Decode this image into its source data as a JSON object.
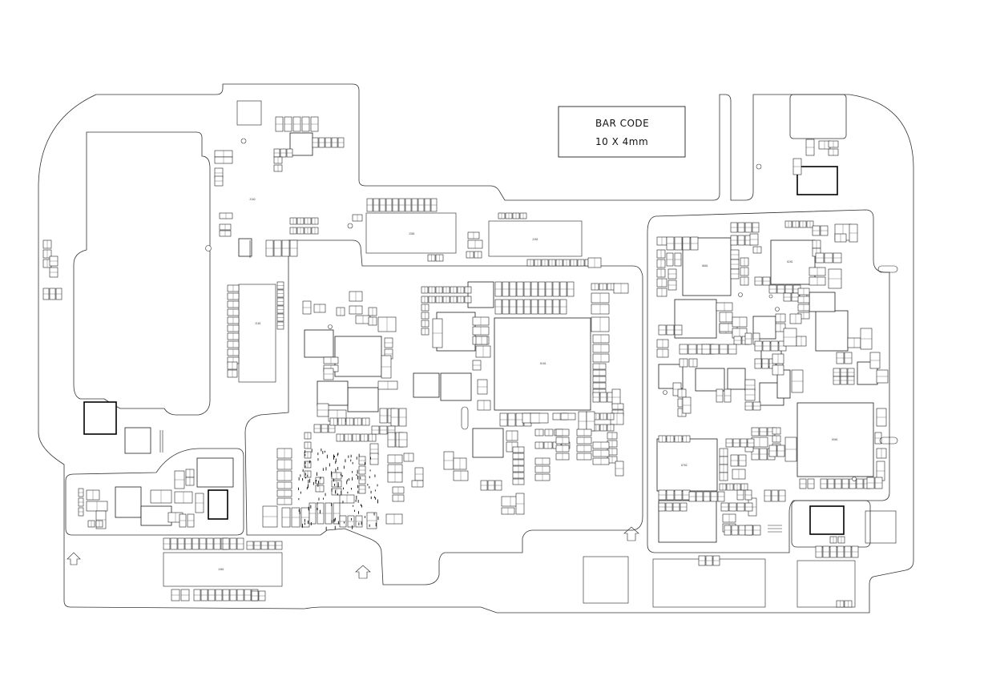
{
  "barcode": {
    "line1": "BAR CODE",
    "line2": "10 X 4mm"
  },
  "refs": {
    "main_ic": "U101",
    "pmic": "U501",
    "rf_transceiver": "U601",
    "pa_module": "U702",
    "memory": "U201",
    "connector_main": "J101",
    "connector_lcd": "J301",
    "connector_bottom": "J401",
    "sim_connector": "J102",
    "fpc": "J201"
  }
}
